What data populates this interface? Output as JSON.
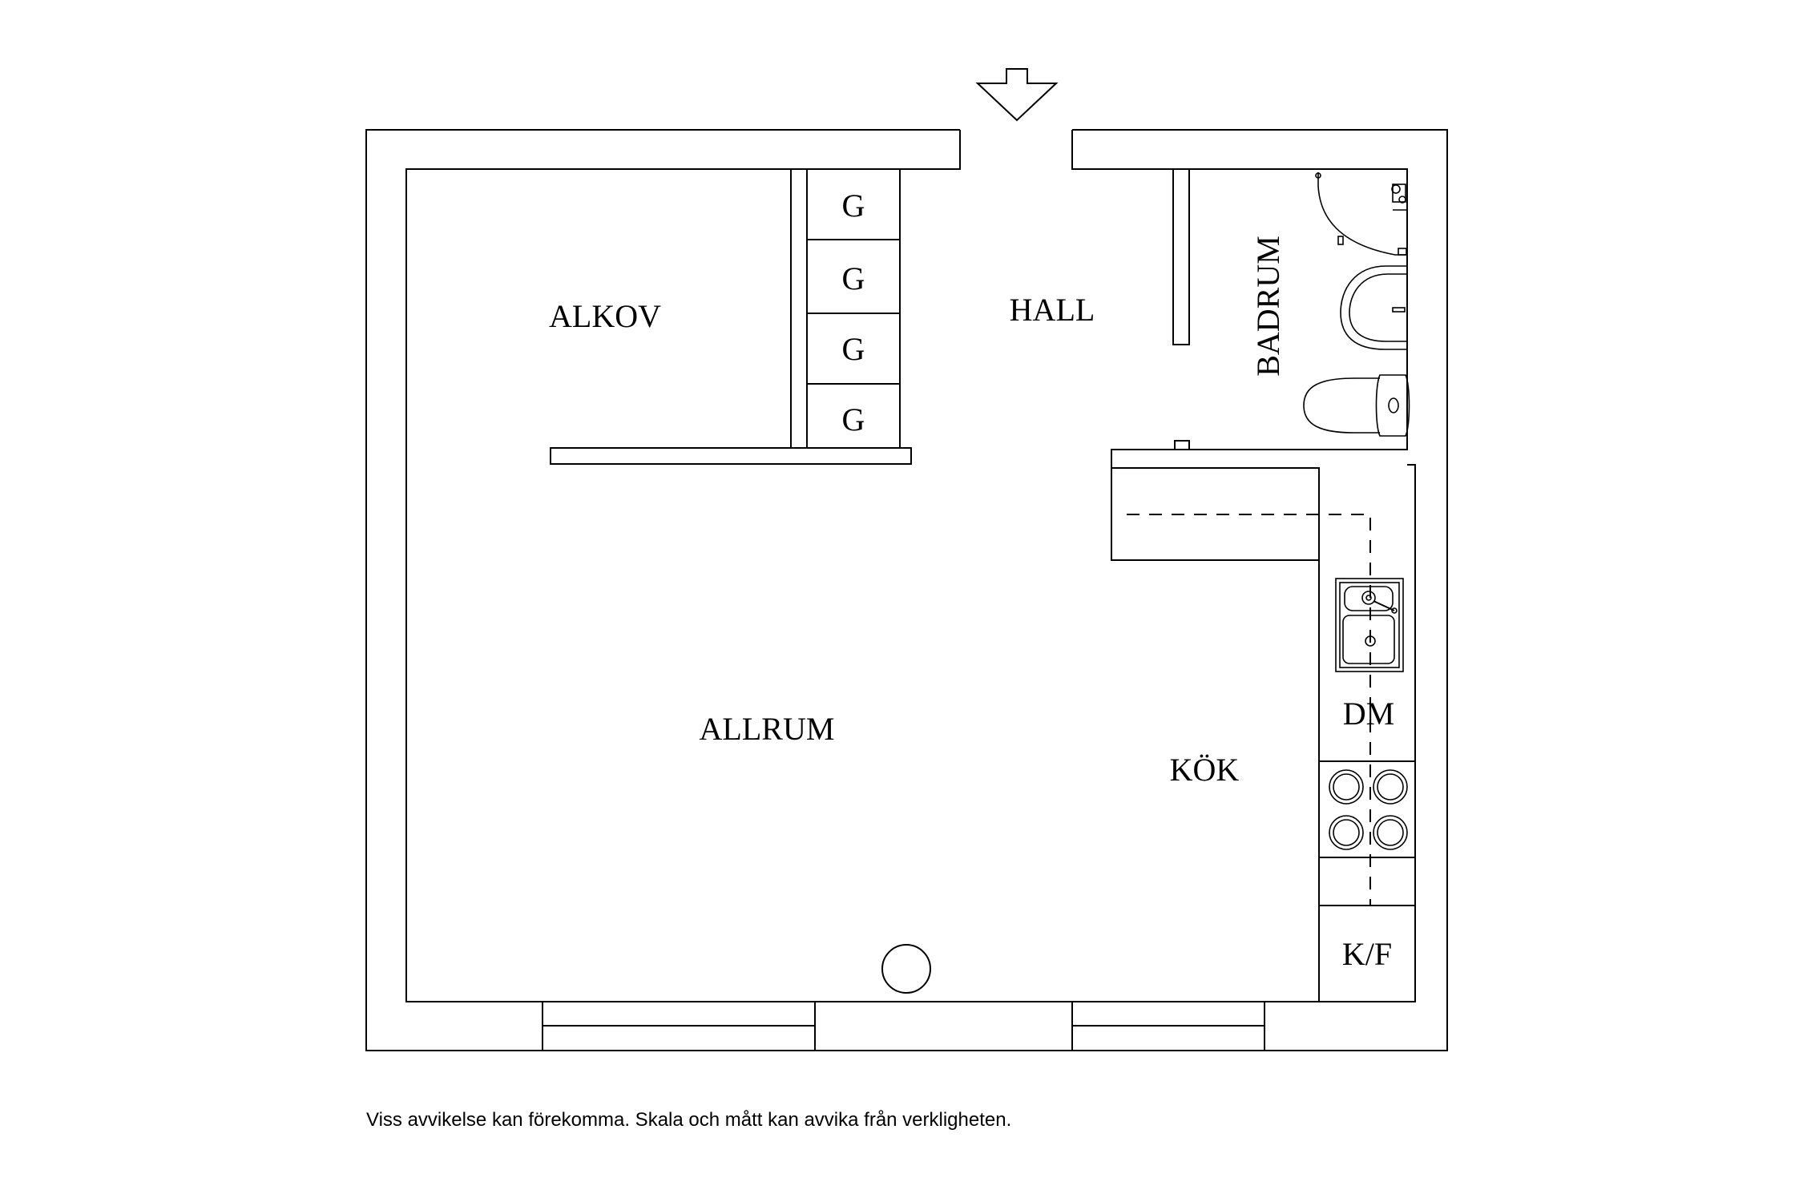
{
  "rooms": {
    "alkov": "ALKOV",
    "hall": "HALL",
    "badrum": "BADRUM",
    "allrum": "ALLRUM",
    "kok": "KÖK"
  },
  "fixtures": {
    "wardrobes": [
      "G",
      "G",
      "G",
      "G"
    ],
    "dishwasher": "DM",
    "fridge_freezer": "K/F"
  },
  "entrance_marker": "entrance-arrow",
  "disclaimer": "Viss avvikelse kan förekomma. Skala och mått kan avvika från verkligheten."
}
